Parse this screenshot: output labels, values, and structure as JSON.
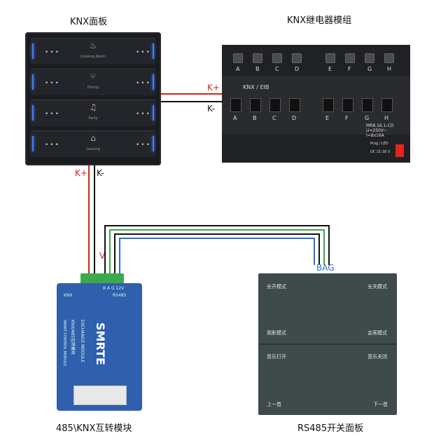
{
  "labels": {
    "knx_panel": "KNX面板",
    "relay_module": "KNX继电器模组",
    "interface_module": "485\\KNX互转模块",
    "rs485_panel": "RS485开关面板",
    "k_plus_top": "K+",
    "k_minus_top": "K-",
    "k_plus_left": "K+",
    "k_minus_left": "K-",
    "v_label": "V",
    "bag_label": "BAG"
  },
  "knx_panel_keys": [
    {
      "caption": "Cooking Room",
      "icon": "chef-hat-icon"
    },
    {
      "caption": "Dining",
      "icon": "utensils-icon"
    },
    {
      "caption": "Party",
      "icon": "party-icon"
    },
    {
      "caption": "Leaving",
      "icon": "home-icon"
    }
  ],
  "relay": {
    "channels": [
      "A",
      "B",
      "C",
      "D",
      "E",
      "F",
      "G",
      "H"
    ],
    "model": "MR8.16.1-CD",
    "spec1": "U=250V~",
    "spec2": "I=8x16A",
    "brand": "KNX / EIB",
    "prog": "Prog / LED",
    "power": "DC 21-30 V"
  },
  "interface": {
    "brand": "SMRTE",
    "title_cn": "KNX/485互转模块",
    "title_en": "EXCHANGE MODULE",
    "subtitle": "SMART CONTROL MODULE",
    "ports": [
      "KNX",
      "RS485"
    ],
    "pins": "B A G 12V"
  },
  "rs485_panel": {
    "buttons": [
      "全开模式",
      "全关模式",
      "观影模式",
      "会客模式",
      "音乐打开",
      "音乐关闭",
      "上一首",
      "下一首"
    ]
  },
  "colors": {
    "red_wire": "#d6221b",
    "black_wire": "#111111",
    "green_wire": "#3aa84a",
    "blue_wire": "#2b6fd6"
  }
}
